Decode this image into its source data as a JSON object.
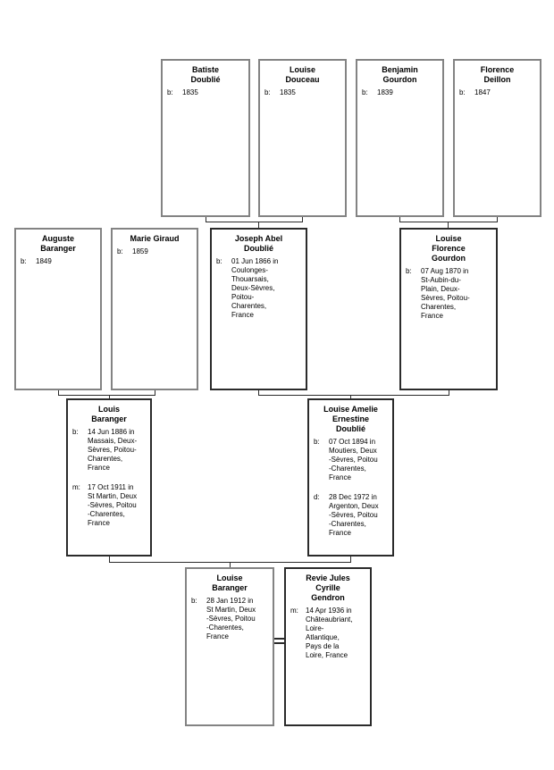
{
  "colors": {
    "background": "#ffffff",
    "box_border_gray": "#838383",
    "box_border_dark": "#2b2b2b",
    "connector_line": "#2b2b2b",
    "text": "#000000"
  },
  "people": [
    {
      "key": "batiste-doublie",
      "name": "Batiste\nDoublié",
      "events": [
        {
          "label": "b:",
          "text": "1835"
        }
      ]
    },
    {
      "key": "louise-douceau",
      "name": "Louise\nDouceau",
      "events": [
        {
          "label": "b:",
          "text": "1835"
        }
      ]
    },
    {
      "key": "benjamin-gourdon",
      "name": "Benjamin\nGourdon",
      "events": [
        {
          "label": "b:",
          "text": "1839"
        }
      ]
    },
    {
      "key": "florence-deillon",
      "name": "Florence\nDeillon",
      "events": [
        {
          "label": "b:",
          "text": "1847"
        }
      ]
    },
    {
      "key": "auguste-baranger",
      "name": "Auguste\nBaranger",
      "events": [
        {
          "label": "b:",
          "text": "1849"
        }
      ]
    },
    {
      "key": "marie-giraud",
      "name": "Marie Giraud",
      "events": [
        {
          "label": "b:",
          "text": "1859"
        }
      ]
    },
    {
      "key": "joseph-abel-doublie",
      "name": "Joseph Abel\nDoublié",
      "events": [
        {
          "label": "b:",
          "text": "01 Jun 1866 in\nCoulonges-\nThouarsais,\nDeux-Sèvres,\nPoitou-\nCharentes,\nFrance"
        }
      ]
    },
    {
      "key": "louise-florence-gourdon",
      "name": "Louise\nFlorence\nGourdon",
      "events": [
        {
          "label": "b:",
          "text": "07 Aug 1870 in\nSt-Aubin-du-\nPlain, Deux-\nSèvres, Poitou-\nCharentes,\nFrance"
        }
      ]
    },
    {
      "key": "louis-baranger",
      "name": "Louis\nBaranger",
      "events": [
        {
          "label": "b:",
          "text": "14 Jun 1886 in\nMassais, Deux-\nSèvres, Poitou-\nCharentes,\nFrance"
        },
        {
          "label": "m:",
          "text": "17 Oct 1911 in\nSt Martin, Deux\n-Sèvres, Poitou\n-Charentes,\nFrance"
        }
      ]
    },
    {
      "key": "louise-amelie-ernestine-doublie",
      "name": "Louise Amelie\nErnestine\nDoublié",
      "events": [
        {
          "label": "b:",
          "text": "07 Oct 1894 in\nMoutiers, Deux\n-Sèvres, Poitou\n-Charentes,\nFrance"
        },
        {
          "label": "d:",
          "text": "28 Dec 1972 in\nArgenton, Deux\n-Sèvres, Poitou\n-Charentes,\nFrance"
        }
      ]
    },
    {
      "key": "louise-baranger",
      "name": "Louise\nBaranger",
      "events": [
        {
          "label": "b:",
          "text": "28 Jan 1912 in\nSt Martin, Deux\n-Sèvres, Poitou\n-Charentes,\nFrance"
        }
      ]
    },
    {
      "key": "revie-jules-cyrille-gendron",
      "name": "Revie Jules\nCyrille\nGendron",
      "events": [
        {
          "label": "m:",
          "text": "14 Apr 1936 in\nChâteaubriant,\nLoire-\nAtlantique,\nPays de la\nLoire, France"
        }
      ]
    }
  ]
}
